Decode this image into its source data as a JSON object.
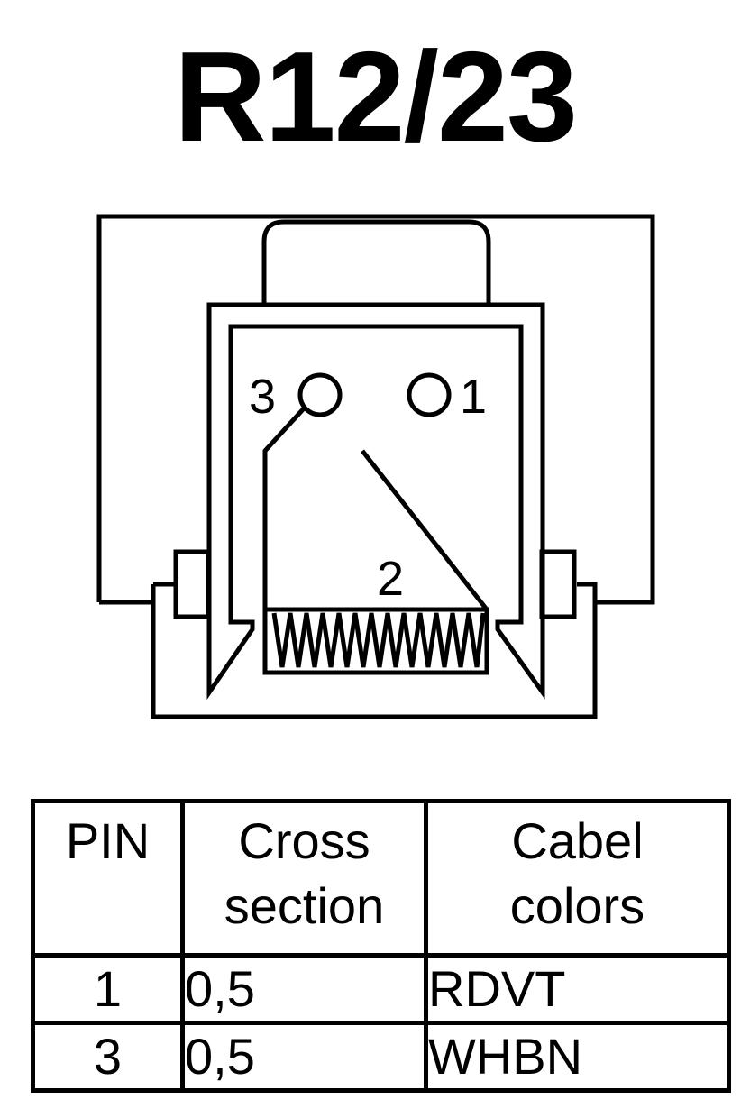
{
  "title": "R12/23",
  "diagram": {
    "pin_labels": [
      "3",
      "1",
      "2"
    ]
  },
  "table": {
    "headers": [
      [
        "PIN"
      ],
      [
        "Cross",
        "section"
      ],
      [
        "Cabel",
        "colors"
      ]
    ],
    "rows": [
      {
        "pin": "1",
        "cross_section": "0,5",
        "color": "RDVT"
      },
      {
        "pin": "3",
        "cross_section": "0,5",
        "color": "WHBN"
      }
    ]
  }
}
